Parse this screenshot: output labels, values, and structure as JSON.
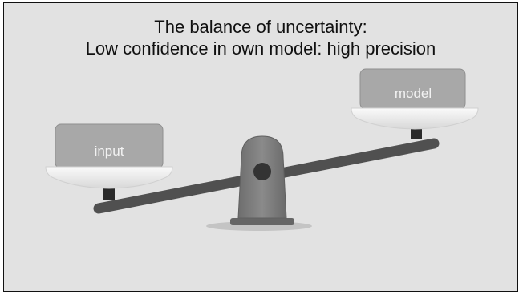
{
  "slide": {
    "title_line1": "The balance of uncertainty:",
    "title_line2": "Low confidence in own model: high precision"
  },
  "balance": {
    "left_weight_label": "input",
    "right_weight_label": "model",
    "heavier_side": "left"
  },
  "colors": {
    "background": "#e2e2e2",
    "weight_fill": "#a8a8a8",
    "label_text": "#f2f2f2",
    "beam": "#505050",
    "pivot": "#7a7a7a",
    "pan": "#f5f5f5"
  }
}
